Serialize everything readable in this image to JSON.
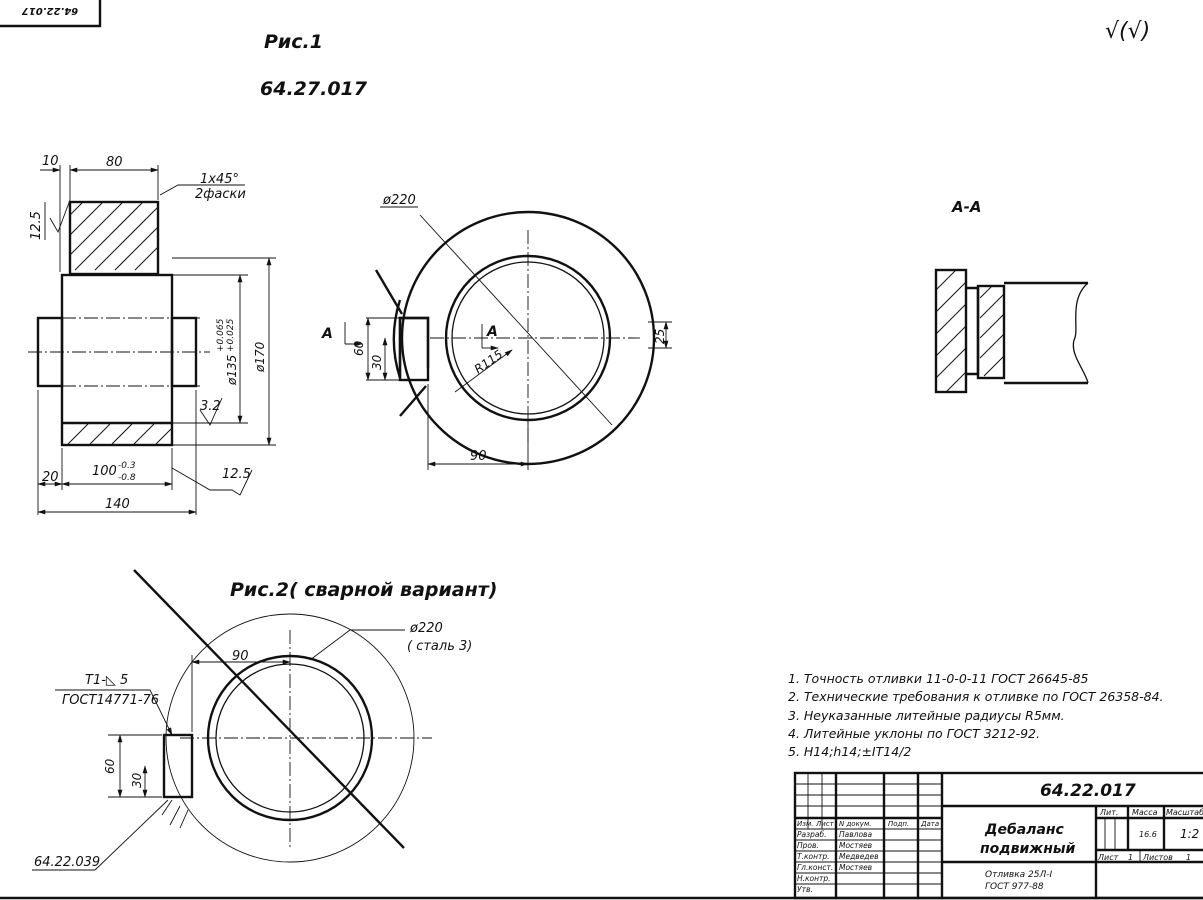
{
  "corner_stamp": "64.22.017",
  "roughness_mark": "√(√)",
  "fig1": {
    "title": "Рис.1",
    "code": "64.27.017",
    "dims": {
      "d10": "10",
      "d80": "80",
      "chamfer": "1x45°",
      "chamfer2": "2фаски",
      "r125": "12.5",
      "d135": "ø135",
      "tol135_up": "+0.065",
      "tol135_lo": "+0.025",
      "d170": "ø170",
      "r32": "3.2",
      "d20": "20",
      "d100": "100",
      "tol100_up": "-0.3",
      "tol100_lo": "-0.8",
      "r125b": "12.5",
      "d140": "140"
    }
  },
  "front_view": {
    "d220": "ø220",
    "d60": "60",
    "d30": "30",
    "r115": "R115",
    "d25": "25",
    "d90": "90",
    "cut_a1": "A",
    "cut_a2": "A"
  },
  "section": {
    "label": "A-A"
  },
  "fig2": {
    "title": "Рис.2( сварной вариант)",
    "d220": "ø220",
    "material": "( сталь 3)",
    "d90": "90",
    "weld1": "T1-◺ 5",
    "weld2": "ГОСТ14771-76",
    "d60": "60",
    "d30": "30",
    "part": "64.22.039"
  },
  "notes": [
    "1. Точность отливки 11-0-0-11 ГОСТ 26645-85",
    "2. Технические требования к отливке по ГОСТ 26358-84.",
    "3. Неуказанные литейные радиусы R5мм.",
    "4. Литейные уклоны по ГОСТ 3212-92.",
    "5. H14;h14;±IT14/2"
  ],
  "title_block": {
    "doc_code": "64.22.017",
    "name_line1": "Дебаланс",
    "name_line2": "подвижный",
    "material_line1": "Отливка 25Л-I",
    "material_line2": "ГОСТ 977-88",
    "col_lit": "Лит.",
    "col_mass": "Масса",
    "col_scale": "Масштаб",
    "mass": "16.6",
    "scale": "1:2",
    "sheet": "Лист",
    "sheet_no": "1",
    "sheets": "Листов",
    "sheets_no": "1",
    "hdr_izm": "Изм.",
    "hdr_list": "Лист",
    "hdr_ndoc": "N докум.",
    "hdr_podp": "Подп.",
    "hdr_data": "Дата",
    "roles": [
      {
        "role": "Разраб.",
        "name": "Павлова"
      },
      {
        "role": "Пров.",
        "name": "Мостяев"
      },
      {
        "role": "Т.контр.",
        "name": "Медведев"
      },
      {
        "role": "Гл.конст.",
        "name": "Мостяев"
      },
      {
        "role": "Н.контр.",
        "name": ""
      },
      {
        "role": "Утв.",
        "name": ""
      }
    ]
  }
}
